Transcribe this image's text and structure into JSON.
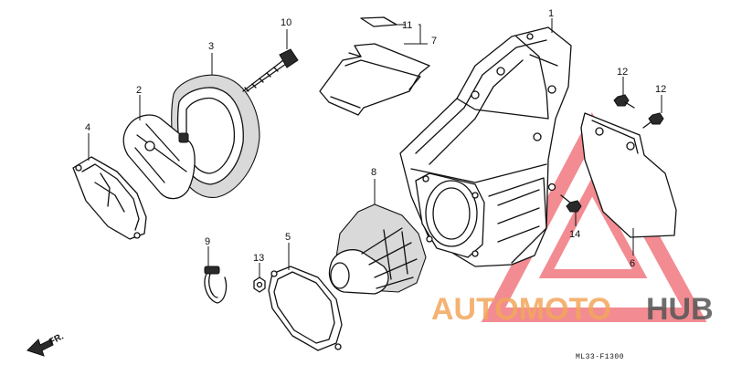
{
  "diagram": {
    "part_code": "ML33-F1300",
    "front_marker": "FR.",
    "callouts": {
      "c1": "1",
      "c2": "2",
      "c3": "3",
      "c4": "4",
      "c5": "5",
      "c6": "6",
      "c7": "7",
      "c8": "8",
      "c9": "9",
      "c10": "10",
      "c11": "11",
      "c12a": "12",
      "c12b": "12",
      "c13": "13",
      "c14": "14"
    }
  },
  "watermark": {
    "part1": "AUTOMOTO",
    "part2": "HUB",
    "color_primary": "#f2a65a",
    "color_secondary": "#555555",
    "logo_color": "#e8303a"
  }
}
